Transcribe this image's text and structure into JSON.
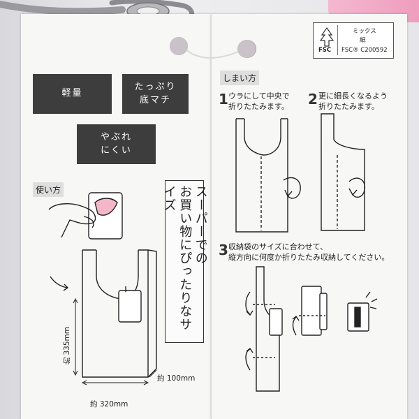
{
  "left_panel": {
    "feature_light": "軽量",
    "feature_gusset_line1": "たっぷり",
    "feature_gusset_line2": "底マチ",
    "feature_durable_line1": "やぶれ",
    "feature_durable_line2": "にくい",
    "usage_label": "使い方",
    "vertical_line1": "スーパーでの",
    "vertical_line2": "お買い物にぴったりなサイズ",
    "height_dim": "約 335mm",
    "width_dim": "約 320mm",
    "depth_dim": "約 100mm"
  },
  "right_panel": {
    "fsc": {
      "mix_label": "ミックス",
      "paper_label": "紙",
      "logo_text": "FSC",
      "code": "FSC® C200592"
    },
    "folding_label": "しまい方",
    "step1_num": "1",
    "step1_line1": "ウラにして中央で",
    "step1_line2": "折りたたみます。",
    "step2_num": "2",
    "step2_line1": "更に細長くなるよう",
    "step2_line2": "折りたたみます。",
    "step3_num": "3",
    "step3_line1": "収納袋のサイズに合わせて、",
    "step3_line2": "縦方向に何度か折りたたみ収納してください。"
  }
}
